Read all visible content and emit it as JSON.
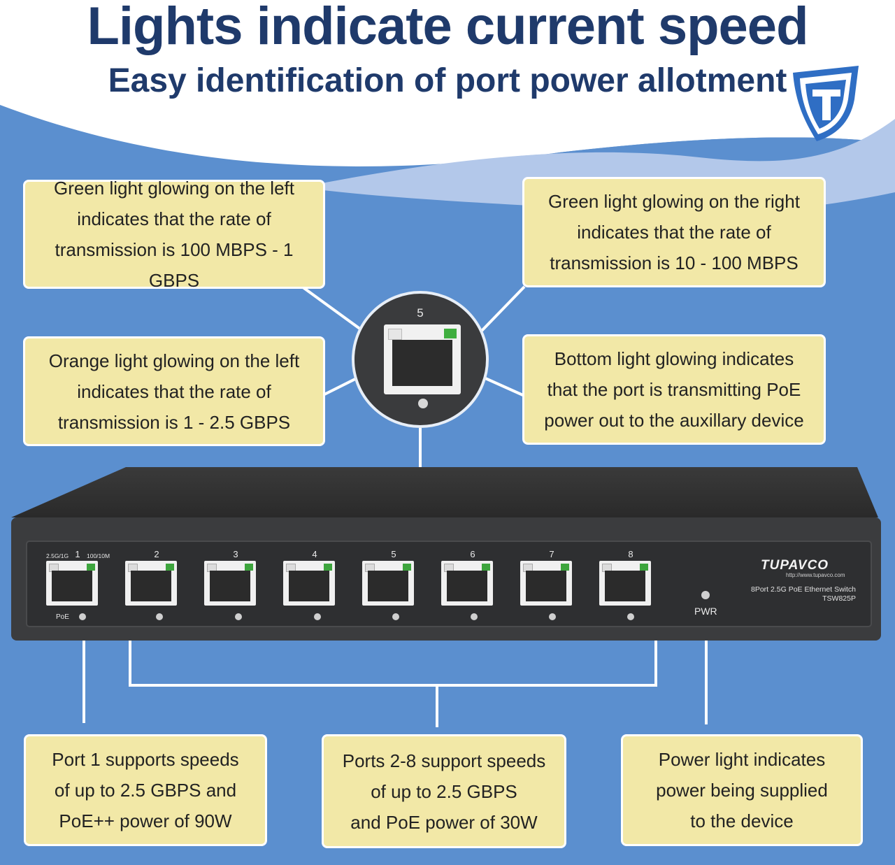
{
  "header": {
    "title": "Lights indicate current speed",
    "subtitle": "Easy identification of port power allotment"
  },
  "colors": {
    "title": "#1f3a6b",
    "background_blue": "#5b8fcf",
    "light_blue": "#b3c8ea",
    "callout": "#f2e8a7",
    "led_green": "#3fae3f"
  },
  "logo": {
    "icon": "tupavco-shield-icon"
  },
  "callouts": {
    "green_left": "Green light glowing on the left\nindicates that the rate of\ntransmission is 100 MBPS - 1 GBPS",
    "green_right": "Green light glowing on the right\nindicates that the rate of\ntransmission is 10 - 100 MBPS",
    "orange_left": "Orange light glowing on the left\nindicates that the rate of\ntransmission is 1 - 2.5 GBPS",
    "bottom_light": "Bottom light glowing indicates\nthat the port is transmitting PoE\npower out to the auxillary device",
    "port1": "Port 1 supports speeds\nof up to 2.5 GBPS and\nPoE++ power of 90W",
    "ports2_8": "Ports 2-8 support speeds\nof up to 2.5 GBPS\nand PoE power of 30W",
    "power": "Power light indicates\npower being supplied\nto the device"
  },
  "zoom": {
    "port_number": "5"
  },
  "device": {
    "brand": "TUPAVCO",
    "url": "http://www.tupavco.com",
    "model_line": "8Port 2.5G PoE Ethernet Switch",
    "model_code": "TSW825P",
    "pwr_label": "PWR",
    "port1_left_tag": "2.5G/1G",
    "port1_right_tag": "100/10M",
    "poe_tag": "PoE",
    "ports": [
      "1",
      "2",
      "3",
      "4",
      "5",
      "6",
      "7",
      "8"
    ]
  }
}
